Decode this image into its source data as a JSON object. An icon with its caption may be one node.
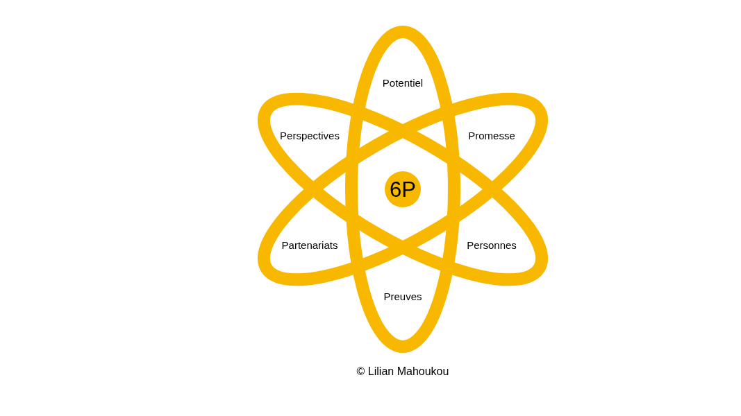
{
  "diagram": {
    "caption": "© Lilian Mahoukou",
    "nodes": [
      {
        "text": [
          "6P"
        ]
      }
    ],
    "labels": [
      "Potentiel",
      "Perspectives",
      "Promesse",
      "Partenariats",
      "Personnes",
      "Preuves"
    ]
  }
}
